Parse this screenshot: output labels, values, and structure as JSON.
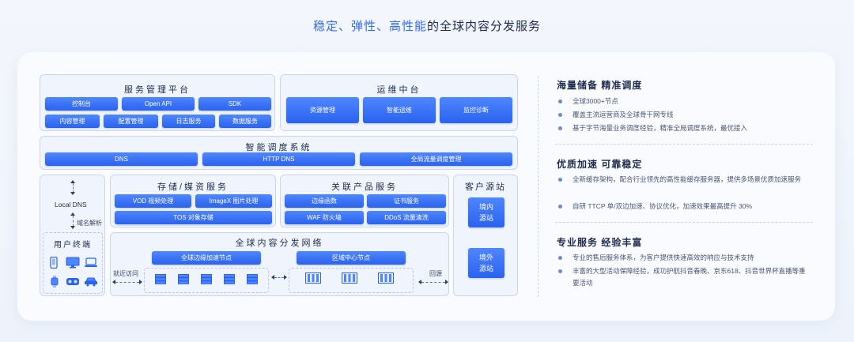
{
  "headline": {
    "accent": "稳定、弹性、高性能",
    "rest": "的全球内容分发服务"
  },
  "service_mgmt": {
    "title": "服务管理平台",
    "row1": [
      "控制台",
      "Open API",
      "SDK"
    ],
    "row2": [
      "内容管理",
      "配置管理",
      "日志服务",
      "数据服务"
    ]
  },
  "ops": {
    "title": "运维中台",
    "items": [
      "资源管理",
      "智能运维",
      "监控诊断"
    ]
  },
  "scheduling": {
    "title": "智能调度系统",
    "items": [
      "DNS",
      "HTTP DNS",
      "全局流量调度管理"
    ]
  },
  "left": {
    "local_dns": "Local DNS",
    "resolve": "域名解析",
    "terminal_title": "用户终端"
  },
  "storage": {
    "title": "存储/媒资服务",
    "items": [
      "VOD 视频处理",
      "ImageX 图片处理",
      "TOS 对象存储"
    ]
  },
  "related": {
    "title": "关联产品服务",
    "items": [
      "边缘函数",
      "证书服务",
      "WAF 防火墙",
      "DDoS 流量清洗"
    ]
  },
  "origin": {
    "title": "客户源站",
    "items": [
      "境内\n源站",
      "境外\n源站"
    ]
  },
  "network": {
    "title": "全球内容分发网络",
    "edge": "全球边缘加速节点",
    "regional": "区域中心节点",
    "nearby": "就近访问",
    "back": "回源"
  },
  "features": [
    {
      "title": "海量储备  精准调度",
      "items": [
        "全球3000+节点",
        "覆盖主流运营商及全球骨干网专线",
        "基于字节海量业务调度经验，精准全局调度系统，最优接入"
      ]
    },
    {
      "title": "优质加速  可靠稳定",
      "items": [
        "全新缓存架构，配合行业领先的高性能缓存服务器，提供多场景优质加速服务",
        "自研 TTCP 单/双边加速、协议优化，加速效果最高提升 30%"
      ]
    },
    {
      "title": "专业服务  经验丰富",
      "items": [
        "专业的售后服务体系，为客户提供快速高效的响应与技术支持",
        "丰富的大型活动保障经验，成功护航抖音春晚、京东618、抖音世界杯直播等重要活动"
      ]
    }
  ],
  "colors": {
    "accent": "#2f6bff",
    "button": "#2a63ee"
  }
}
